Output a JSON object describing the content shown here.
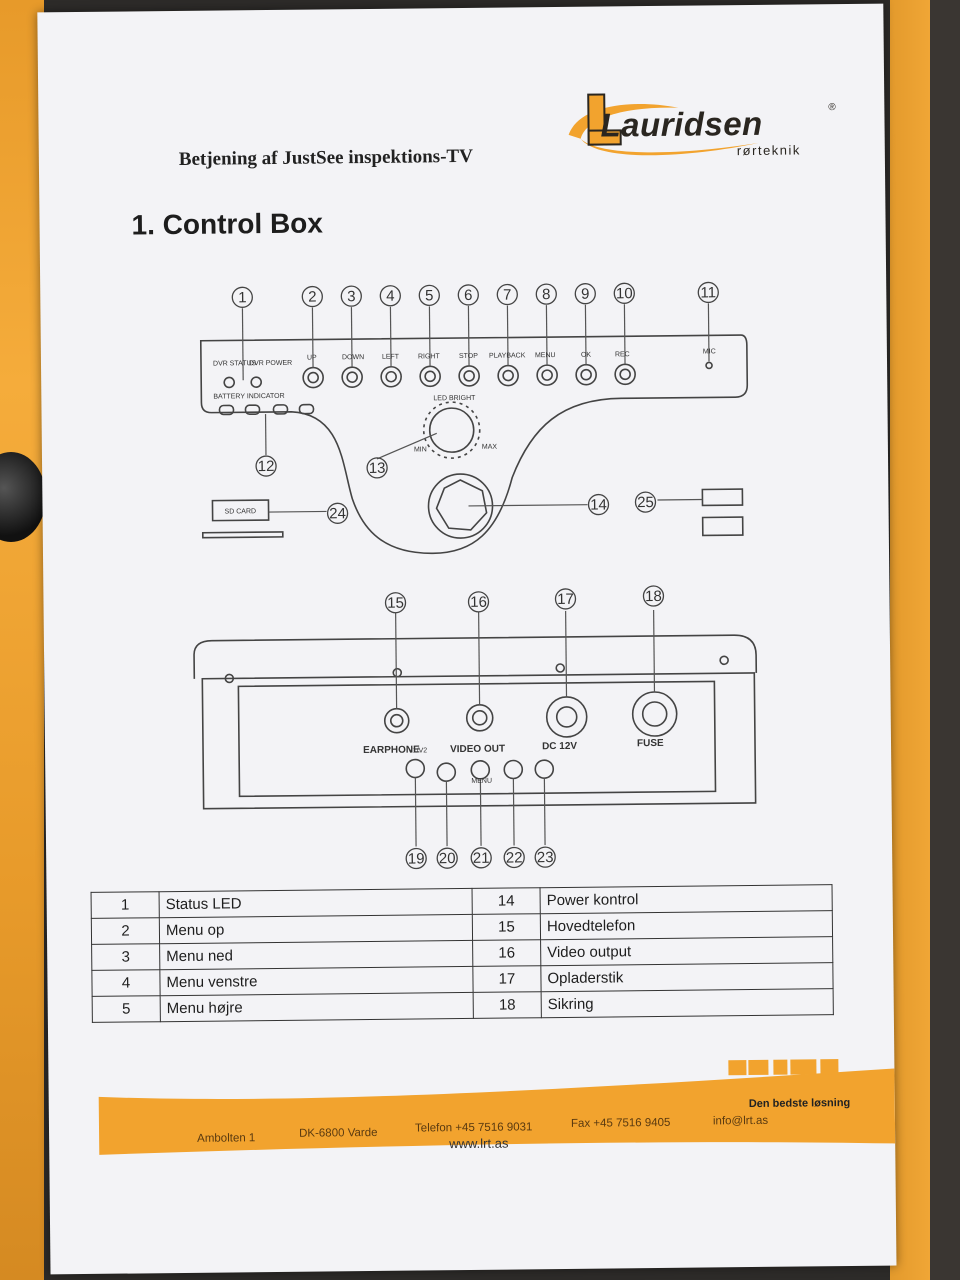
{
  "header": {
    "doc_title": "Betjening af JustSee inspektions-TV",
    "logo_name": "Lauridsen",
    "logo_reg": "®",
    "logo_sub": "rørteknik"
  },
  "section": {
    "title": "1. Control Box"
  },
  "diagram": {
    "callouts": [
      "1",
      "2",
      "3",
      "4",
      "5",
      "6",
      "7",
      "8",
      "9",
      "10",
      "11",
      "12",
      "13",
      "14",
      "15",
      "16",
      "17",
      "18",
      "19",
      "20",
      "21",
      "22",
      "23",
      "24",
      "25"
    ],
    "top_labels": {
      "dvr_status": "DVR STATUS",
      "dvr_power": "DVR POWER",
      "battery": "BATTERY INDICATOR",
      "up": "UP",
      "down": "DOWN",
      "left": "LEFT",
      "right": "RIGHT",
      "stop": "STOP",
      "playback": "PLAYBACK",
      "menu": "MENU",
      "ok": "OK",
      "rec": "REC",
      "mic": "MIC",
      "led_bright": "LED BRIGHT",
      "min": "MIN",
      "max": "MAX",
      "sd_card": "SD CARD"
    },
    "bottom_labels": {
      "earphone": "EARPHONE",
      "video_out": "VIDEO OUT",
      "dc": "DC 12V",
      "fuse": "FUSE",
      "v1v2": "V1/V2",
      "menu": "MENU"
    }
  },
  "table": {
    "left": [
      {
        "num": "1",
        "label": "Status LED"
      },
      {
        "num": "2",
        "label": "Menu op"
      },
      {
        "num": "3",
        "label": "Menu ned"
      },
      {
        "num": "4",
        "label": "Menu venstre"
      },
      {
        "num": "5",
        "label": "Menu højre"
      }
    ],
    "right": [
      {
        "num": "14",
        "label": "Power kontrol"
      },
      {
        "num": "15",
        "label": "Hovedtelefon"
      },
      {
        "num": "16",
        "label": "Video output"
      },
      {
        "num": "17",
        "label": "Opladerstik"
      },
      {
        "num": "18",
        "label": "Sikring"
      }
    ]
  },
  "footer": {
    "slogan": "Den bedste løsning",
    "address": "Ambolten 1",
    "city": "DK-6800 Varde",
    "phone": "Telefon +45 7516 9031",
    "fax": "Fax +45 7516 9405",
    "email": "info@lrt.as",
    "web": "www.lrt.as"
  },
  "colors": {
    "brand_orange": "#f2a32e",
    "ink": "#333333",
    "paper": "#f3f3f6"
  }
}
